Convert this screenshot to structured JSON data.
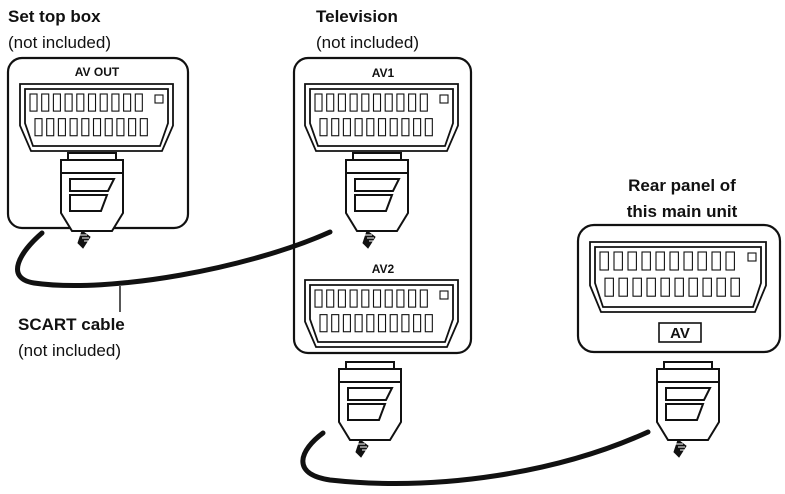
{
  "set_top_box": {
    "title": "Set top box",
    "subtitle": "(not included)",
    "port_label": "AV OUT"
  },
  "television": {
    "title": "Television",
    "subtitle": "(not included)",
    "port1_label": "AV1",
    "port2_label": "AV2"
  },
  "main_unit": {
    "title_line1": "Rear panel of",
    "title_line2": "this main unit",
    "port_label": "AV"
  },
  "cable": {
    "label": "SCART cable",
    "sublabel": "(not included)"
  }
}
